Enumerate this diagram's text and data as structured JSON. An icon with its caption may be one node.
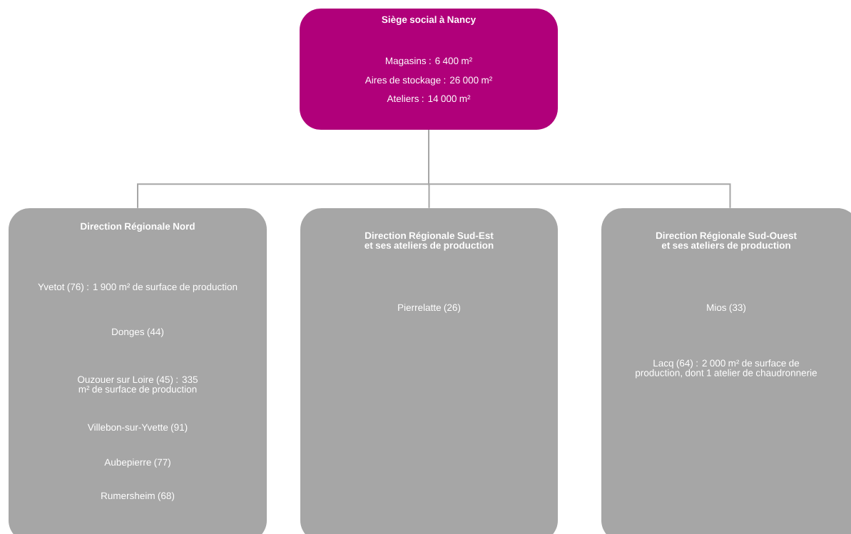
{
  "diagram": {
    "nodes": [
      {
        "text": [
          "Siège social à Nancy",
          "Magasins : 6 400 m²",
          "Aires de stockage : 26 000 m²",
          "Ateliers : 14 000 m²"
        ]
      },
      {
        "text": [
          "Direction Régionale Nord",
          "Yvetot (76) : 1 900 m² de surface de production",
          "Donges (44)",
          "Ouzouer sur Loire (45) : 335 m² de surface de production",
          "Villebon-sur-Yvette (91)",
          "Aubepierre (77)",
          "Rumersheim (68)"
        ]
      },
      {
        "text": [
          "Direction Régionale Sud-Est et ses ateliers de production",
          "Pierrelatte (26)"
        ]
      },
      {
        "text": [
          "Direction Régionale Sud-Ouest et ses ateliers de production",
          "Mios (33)",
          "Lacq (64) : 2 000 m² de surface de production, dont 1 atelier de chaudronnerie"
        ]
      }
    ],
    "edges": [
      {
        "from": 0,
        "to": 1,
        "arrow": "none"
      },
      {
        "from": 0,
        "to": 2,
        "arrow": "none"
      },
      {
        "from": 0,
        "to": 3,
        "arrow": "none"
      }
    ]
  }
}
